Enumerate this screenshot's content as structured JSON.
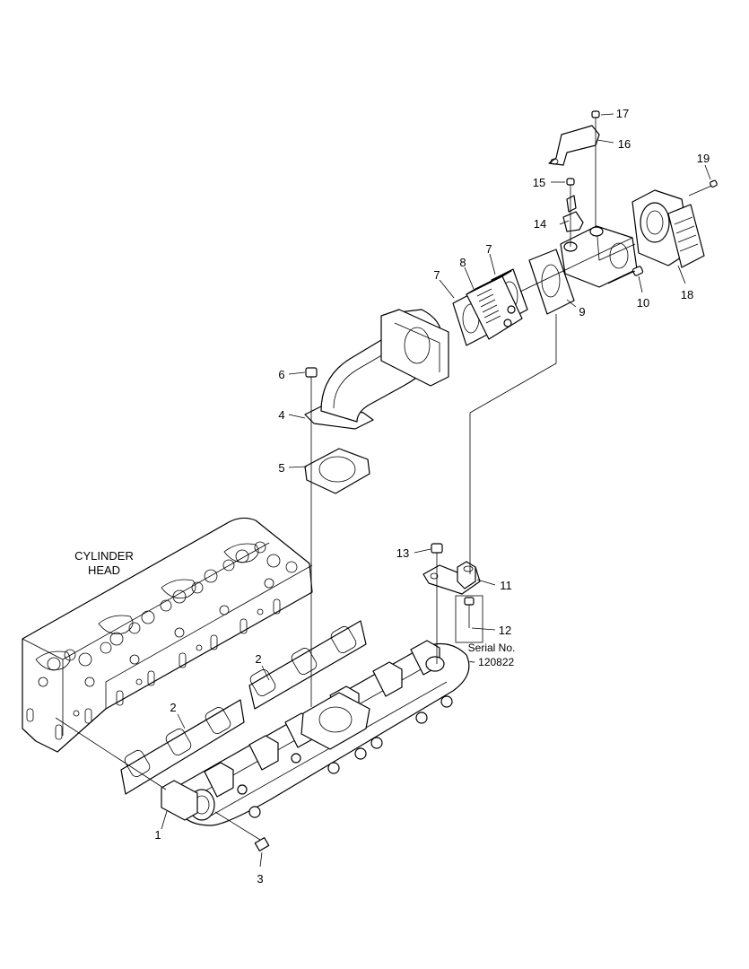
{
  "labels": {
    "cylinder_head_line1": "CYLINDER",
    "cylinder_head_line2": "HEAD",
    "serial_line1": "Serial No.",
    "serial_line2": "~ 120822"
  },
  "callouts": {
    "c1": "1",
    "c2a": "2",
    "c2b": "2",
    "c3": "3",
    "c4": "4",
    "c5": "5",
    "c6": "6",
    "c7a": "7",
    "c7b": "7",
    "c8": "8",
    "c9": "9",
    "c10": "10",
    "c11": "11",
    "c12": "12",
    "c13": "13",
    "c14": "14",
    "c15": "15",
    "c16": "16",
    "c17": "17",
    "c18": "18",
    "c19": "19"
  },
  "colors": {
    "line": "#000000",
    "background": "#ffffff"
  }
}
